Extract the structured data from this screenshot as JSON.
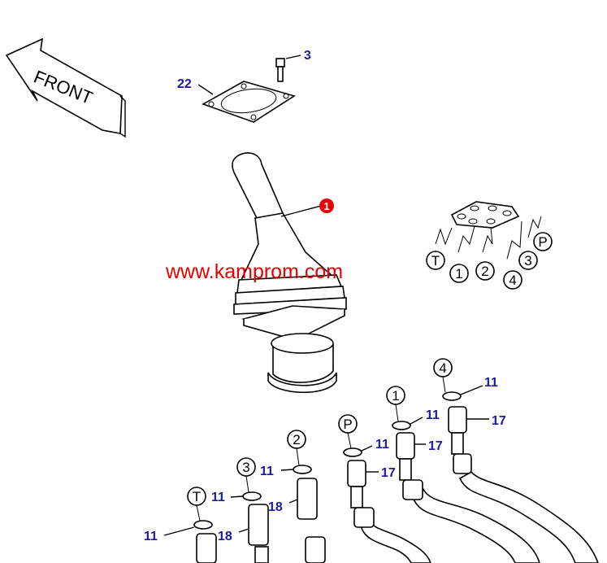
{
  "front_label": "FRONT",
  "watermark": "www.kamprom.com",
  "callout_main": "1",
  "part_numbers": {
    "p3": "3",
    "p22": "22",
    "p11": "11",
    "p17": "17",
    "p18": "18"
  },
  "port_labels": {
    "T": "T",
    "one": "1",
    "two": "2",
    "three": "3",
    "four": "4",
    "P": "P"
  },
  "colors": {
    "label_blue": "#1a1aa6",
    "callout_red": "#e60000",
    "watermark_red": "#e60000"
  }
}
